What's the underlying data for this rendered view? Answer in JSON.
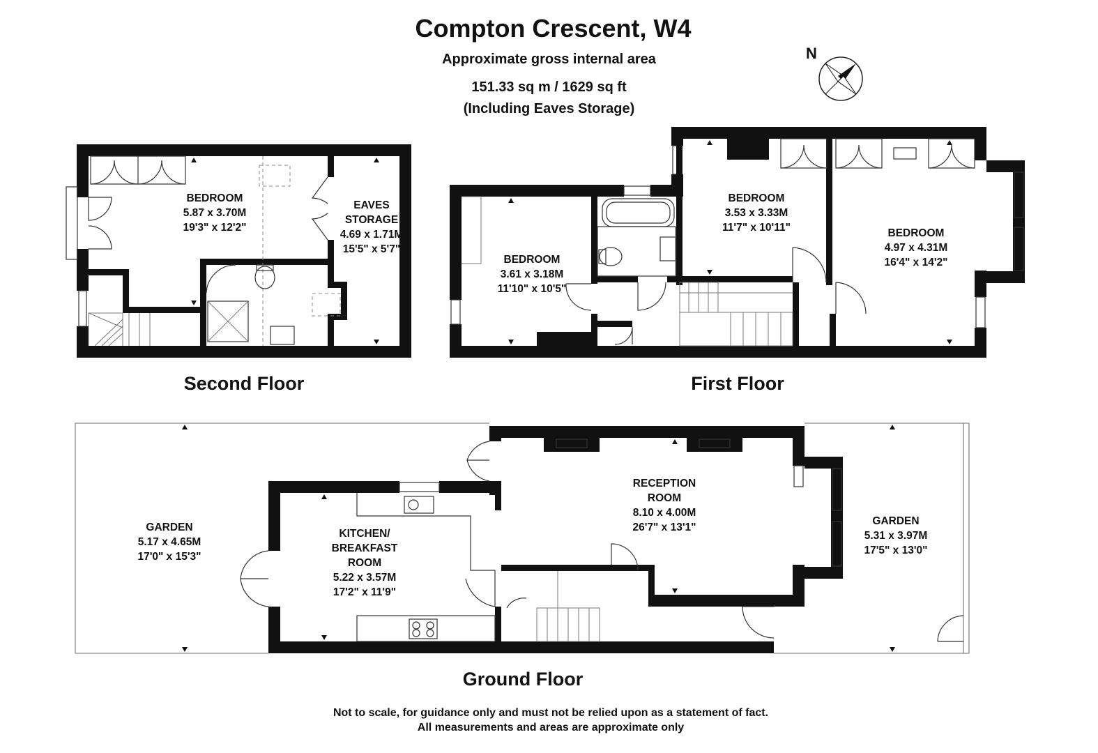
{
  "header": {
    "title": "Compton Crescent, W4",
    "subtitle": "Approximate gross internal area",
    "area": "151.33 sq m /  1629 sq ft",
    "note": "(Including Eaves Storage)"
  },
  "compass": {
    "label": "N",
    "icon": "compass-rose-icon"
  },
  "floors": {
    "second": {
      "label": "Second Floor",
      "bedroom": {
        "name": "BEDROOM",
        "metric": "5.87 x 3.70M",
        "imperial": "19'3\" x 12'2\""
      },
      "eaves": {
        "name1": "EAVES",
        "name2": "STORAGE",
        "metric": "4.69 x 1.71M",
        "imperial": "15'5\" x 5'7\""
      }
    },
    "first": {
      "label": "First Floor",
      "bedroom_a": {
        "name": "BEDROOM",
        "metric": "3.61 x 3.18M",
        "imperial": "11'10\" x 10'5\""
      },
      "bedroom_b": {
        "name": "BEDROOM",
        "metric": "3.53 x 3.33M",
        "imperial": "11'7\" x 10'11\""
      },
      "bedroom_c": {
        "name": "BEDROOM",
        "metric": "4.97 x 4.31M",
        "imperial": "16'4\" x 14'2\""
      }
    },
    "ground": {
      "label": "Ground Floor",
      "garden_rear": {
        "name": "GARDEN",
        "metric": "5.17 x 4.65M",
        "imperial": "17'0\" x 15'3\""
      },
      "kitchen": {
        "name1": "KITCHEN/",
        "name2": "BREAKFAST",
        "name3": "ROOM",
        "metric": "5.22 x 3.57M",
        "imperial": "17'2\" x 11'9\""
      },
      "reception": {
        "name1": "RECEPTION",
        "name2": "ROOM",
        "metric": "8.10 x 4.00M",
        "imperial": "26'7\" x 13'1\""
      },
      "garden_front": {
        "name": "GARDEN",
        "metric": "5.31 x 3.97M",
        "imperial": "17'5\" x 13'0\""
      }
    }
  },
  "footer": {
    "line1": "Not to scale, for guidance only and must not be relied upon as a statement of fact.",
    "line2": "All measurements and areas are approximate only"
  }
}
